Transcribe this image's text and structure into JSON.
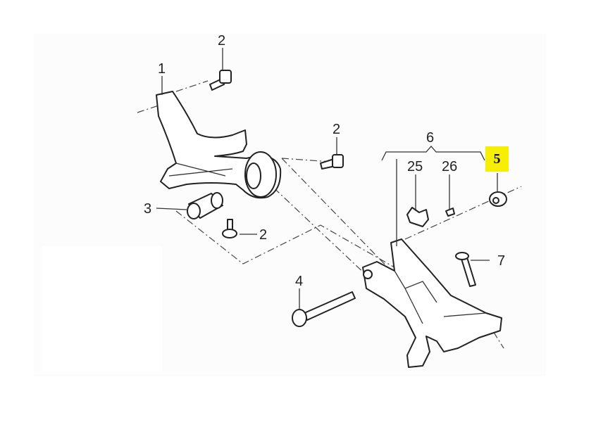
{
  "diagram": {
    "labels": {
      "part_1": "1",
      "part_2a": "2",
      "part_2b": "2",
      "part_2c": "2",
      "part_3": "3",
      "part_4": "4",
      "part_5": "5",
      "part_6": "6",
      "part_7": "7",
      "part_25": "25",
      "part_26": "26"
    },
    "highlight_color": "#f7ef02"
  }
}
